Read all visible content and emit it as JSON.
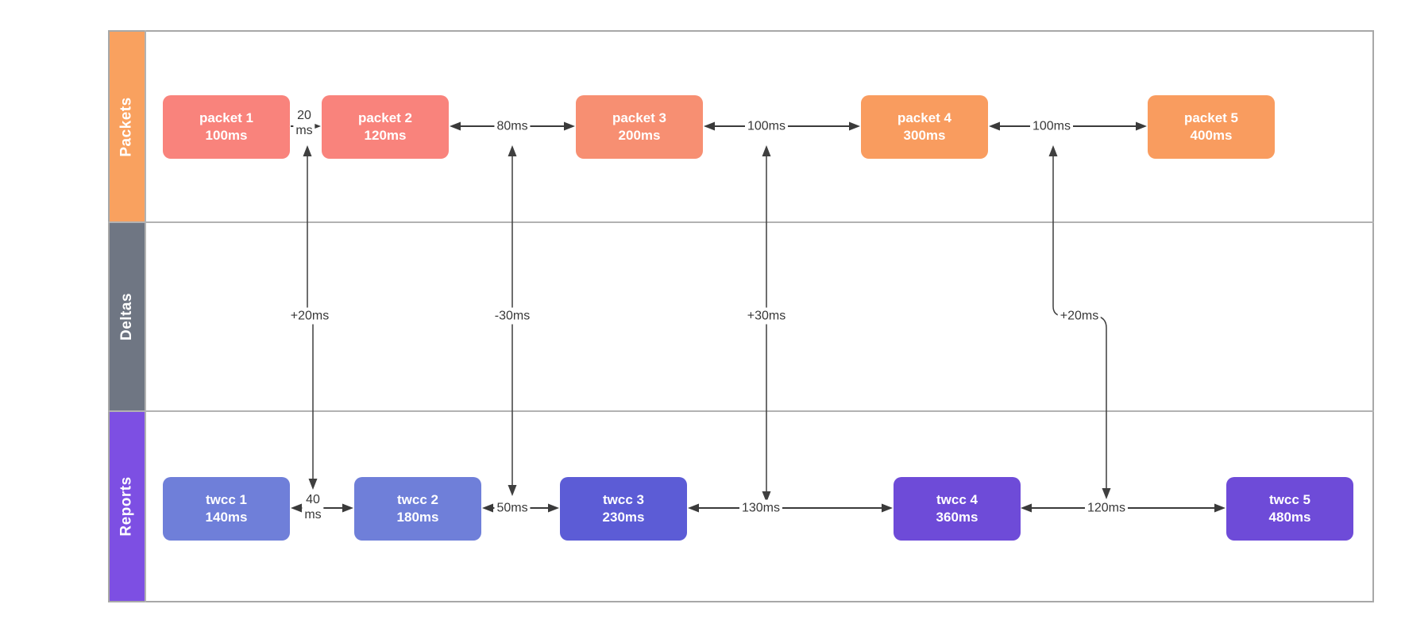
{
  "lanes": [
    {
      "label": "Packets",
      "color": "#f9a15f"
    },
    {
      "label": "Deltas",
      "color": "#6f7683"
    },
    {
      "label": "Reports",
      "color": "#7d4fe3"
    }
  ],
  "packets": [
    {
      "name": "packet 1",
      "time": "100ms",
      "color": "#f9837c"
    },
    {
      "name": "packet 2",
      "time": "120ms",
      "color": "#f9837c"
    },
    {
      "name": "packet 3",
      "time": "200ms",
      "color": "#f78f72"
    },
    {
      "name": "packet 4",
      "time": "300ms",
      "color": "#f99c5f"
    },
    {
      "name": "packet 5",
      "time": "400ms",
      "color": "#f99c5f"
    }
  ],
  "packet_gaps": [
    "20\nms",
    "80ms",
    "100ms",
    "100ms"
  ],
  "deltas": [
    "+20ms",
    "-30ms",
    "+30ms",
    "+20ms"
  ],
  "reports": [
    {
      "name": "twcc 1",
      "time": "140ms",
      "color": "#6f7fd9"
    },
    {
      "name": "twcc 2",
      "time": "180ms",
      "color": "#6f7fd9"
    },
    {
      "name": "twcc 3",
      "time": "230ms",
      "color": "#5c5cd6"
    },
    {
      "name": "twcc 4",
      "time": "360ms",
      "color": "#6e4bd8"
    },
    {
      "name": "twcc 5",
      "time": "480ms",
      "color": "#6e4bd8"
    }
  ],
  "report_gaps": [
    "40\nms",
    "50ms",
    "130ms",
    "120ms"
  ],
  "colors": {
    "frame_border": "#a8a8a8",
    "lane_divider": "#b2b2b2",
    "arrow": "#3a3a3a",
    "arrow_label_text": "#383838",
    "node_text": "#ffffff",
    "background": "#ffffff"
  }
}
